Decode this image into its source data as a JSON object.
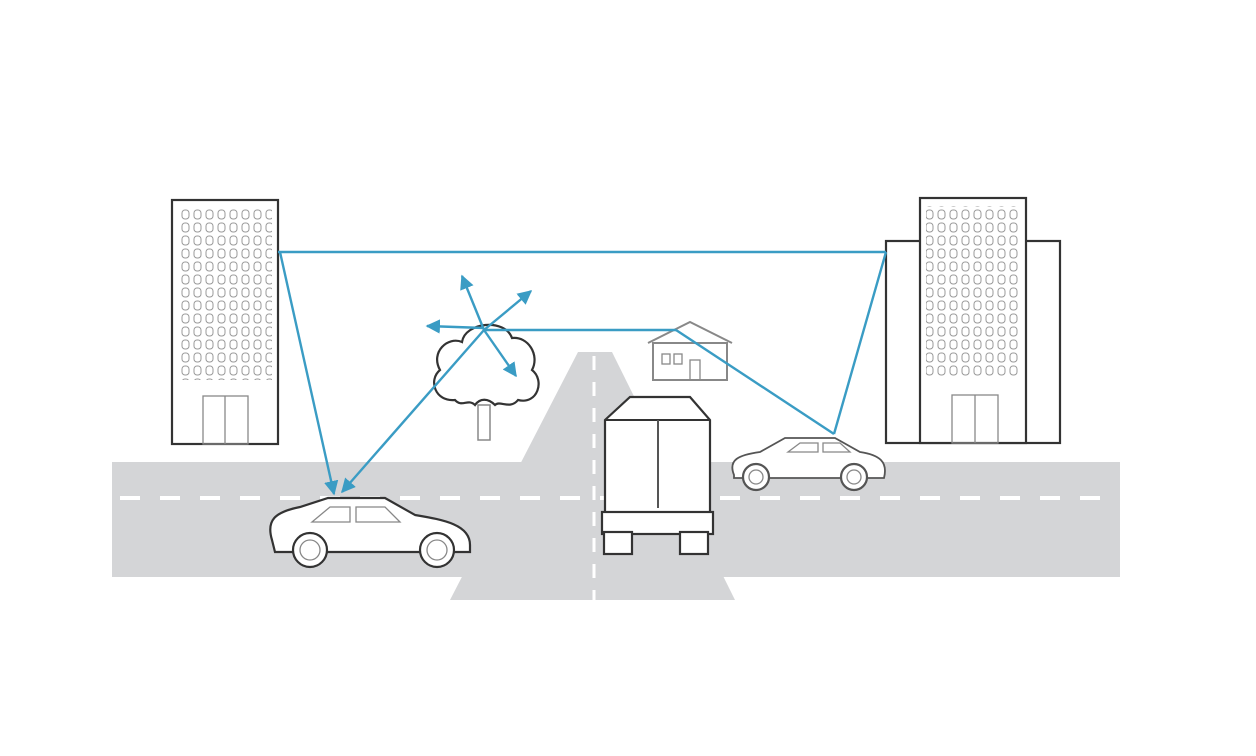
{
  "diagram": {
    "description_elements": [
      "left-building",
      "right-building",
      "tree",
      "house",
      "truck",
      "car-left",
      "car-right",
      "roads",
      "signal-paths"
    ],
    "colors": {
      "signal": "#3a9cc4",
      "road": "#d4d5d7",
      "outline": "#333333",
      "lane_marking": "#ffffff"
    },
    "icons": {
      "left_building": "office-building-icon",
      "right_building": "office-building-icon",
      "tree": "tree-icon",
      "house": "house-icon",
      "truck": "truck-rear-icon",
      "car_left": "car-icon",
      "car_right": "car-icon"
    }
  }
}
